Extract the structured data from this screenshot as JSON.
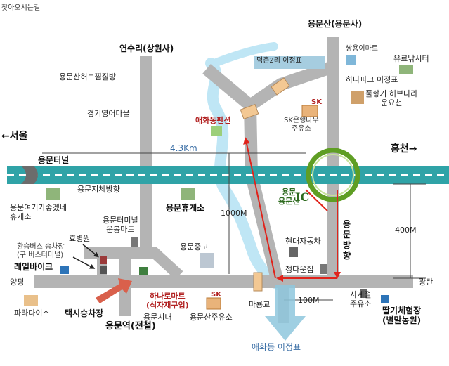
{
  "page_title": "찾아오시는길",
  "map": {
    "destinations": {
      "north": "용문산(용문사)",
      "seoul": "←서울",
      "hongcheon": "홍천→",
      "aehwa": "애화동 이정표"
    },
    "roads": {
      "yeonsuri": "연수리(상원사)",
      "yongmun_tunnel": "용문터널",
      "yangpyeong": "양평",
      "gwangtan": "광탄",
      "ic": "용문\n용문산",
      "ic_mark": "IC"
    },
    "directions": {
      "yongmun_bang": "용\n문\n방\n향"
    },
    "distances": {
      "d43": "4.3Km",
      "d1000": "1000M",
      "d400": "400M",
      "d100": "100M"
    },
    "places": {
      "jjimjil": "용문산허브찜질방",
      "english_village": "경기영어마을",
      "deokchon": "덕촌2리 이정표",
      "aehwa_pension": "애화동펜션",
      "sk_namu": "SK은행나무\n주유소",
      "ssangyong_mart": "쌍용이마트",
      "yuru_nuri": "유료낚시터",
      "hanapark_sign": "하나파크 이정표",
      "pulhyang": "풀향기 허브나라\n운요천",
      "jiche": "용문지체방향",
      "yeoggi": "용문여기가좋겠네\n휴게소",
      "rest_area": "용문휴게소",
      "terminal_mart": "용문터미널\n운봉마트",
      "hyobyeong": "효병원",
      "transfer": "환승버스 승차장\n(구 버스터미널)",
      "rail_bike": "레일바이크",
      "middle_school": "용문중고",
      "hyundai": "현대자동차",
      "jeongdae": "정다운집",
      "paradise": "파라다이스",
      "taxi": "택시승차장",
      "hana_mart": "하나로마트\n(식자재구입)",
      "sinae": "용문시내",
      "yongmun_station": "용문역(전철)",
      "yongmunsan_gas": "용문산주유소",
      "maryonggyo": "마룡교",
      "sagyejeol": "사계절\n주유소",
      "strawberry": "딸기체험장\n(별말농원)",
      "sk_badge_a": "SK",
      "sk_badge_b": "SK"
    }
  },
  "colors": {
    "road": "#b4b4b4",
    "road_edge": "#9a9a9a",
    "highway": "#2fa3a7",
    "river": "#bfe6f5",
    "route": "#e0231b",
    "ic_ring": "#5f9e24",
    "deokchon_tag": "#a6cde0",
    "taxi_arrow": "#d9604c",
    "aehwa_arrow": "#8ec7dd"
  }
}
